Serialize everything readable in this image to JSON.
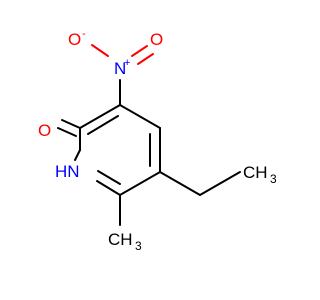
{
  "molecule": {
    "atoms": {
      "nitro_oxygen_minus": {
        "symbol": "O",
        "charge": "-",
        "color": "#ff0000"
      },
      "nitro_nitrogen_plus": {
        "symbol": "N",
        "charge": "+",
        "color": "#0000ff"
      },
      "carbonyl_oxygen": {
        "symbol": "O",
        "color": "#ff0000"
      },
      "ring_nitrogen": {
        "symbol": "HN",
        "color": "#0000ff"
      },
      "ethyl_terminal_carbon": {
        "symbol": "CH",
        "subscript": "3",
        "color": "#000000"
      },
      "methyl_carbon": {
        "symbol": "CH",
        "subscript": "3",
        "color": "#000000"
      }
    }
  }
}
